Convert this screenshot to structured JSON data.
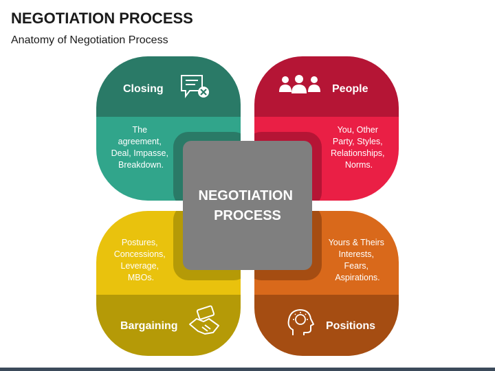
{
  "header": {
    "title": "NEGOTIATION PROCESS",
    "subtitle": "Anatomy of Negotiation Process"
  },
  "center": {
    "line1": "NEGOTIATION",
    "line2": "PROCESS"
  },
  "quadrants": {
    "closing": {
      "label": "Closing",
      "lines": [
        "The",
        "agreement,",
        "Deal, Impasse,",
        "Breakdown."
      ],
      "icon": "chat-close-icon",
      "color_dark": "#2a7a67",
      "color_light": "#31a58b"
    },
    "people": {
      "label": "People",
      "lines": [
        "You, Other",
        "Party, Styles,",
        "Relationships,",
        "Norms."
      ],
      "icon": "people-icon",
      "color_dark": "#b51535",
      "color_light": "#ea1f45"
    },
    "bargaining": {
      "label": "Bargaining",
      "lines": [
        "Postures,",
        "Concessions,",
        "Leverage,",
        "MBOs."
      ],
      "icon": "handshake-money-icon",
      "color_dark": "#b59a07",
      "color_light": "#e9c20d"
    },
    "positions": {
      "label": "Positions",
      "lines": [
        "Yours & Theirs",
        "Interests,",
        "Fears,",
        "Aspirations."
      ],
      "icon": "head-idea-icon",
      "color_dark": "#a54d12",
      "color_light": "#d9691b"
    }
  },
  "colors": {
    "center": "#7f7f7f",
    "background": "#ffffff"
  }
}
